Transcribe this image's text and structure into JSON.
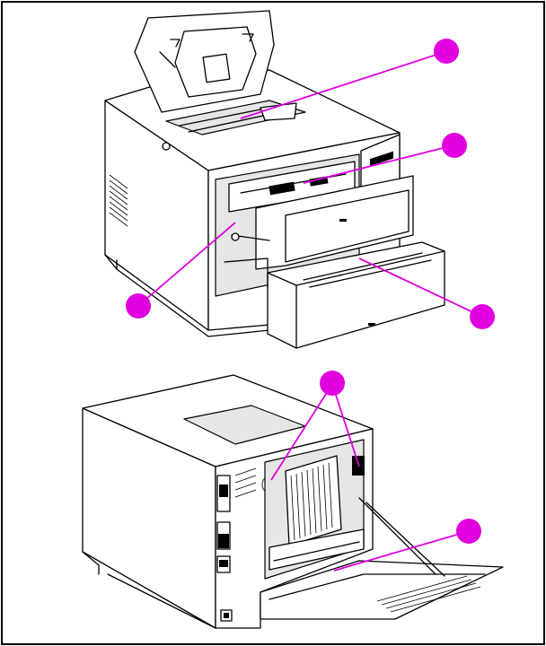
{
  "figure": {
    "type": "technical-illustration",
    "views": [
      "printer-front-open",
      "printer-rear-open"
    ],
    "callout_color": "#e000e0",
    "line_color": "#000000",
    "background": "#ffffff"
  },
  "callouts": [
    {
      "view": "front",
      "target": "top-cover-paper-path",
      "label": ""
    },
    {
      "view": "front",
      "target": "front-door-upper-path",
      "label": ""
    },
    {
      "view": "front",
      "target": "left-side-transfer-area",
      "label": ""
    },
    {
      "view": "front",
      "target": "lower-tray-area",
      "label": ""
    },
    {
      "view": "rear",
      "target": "rear-fan-vents",
      "label": ""
    },
    {
      "view": "rear",
      "target": "rear-door-fuser-area",
      "label": ""
    }
  ]
}
